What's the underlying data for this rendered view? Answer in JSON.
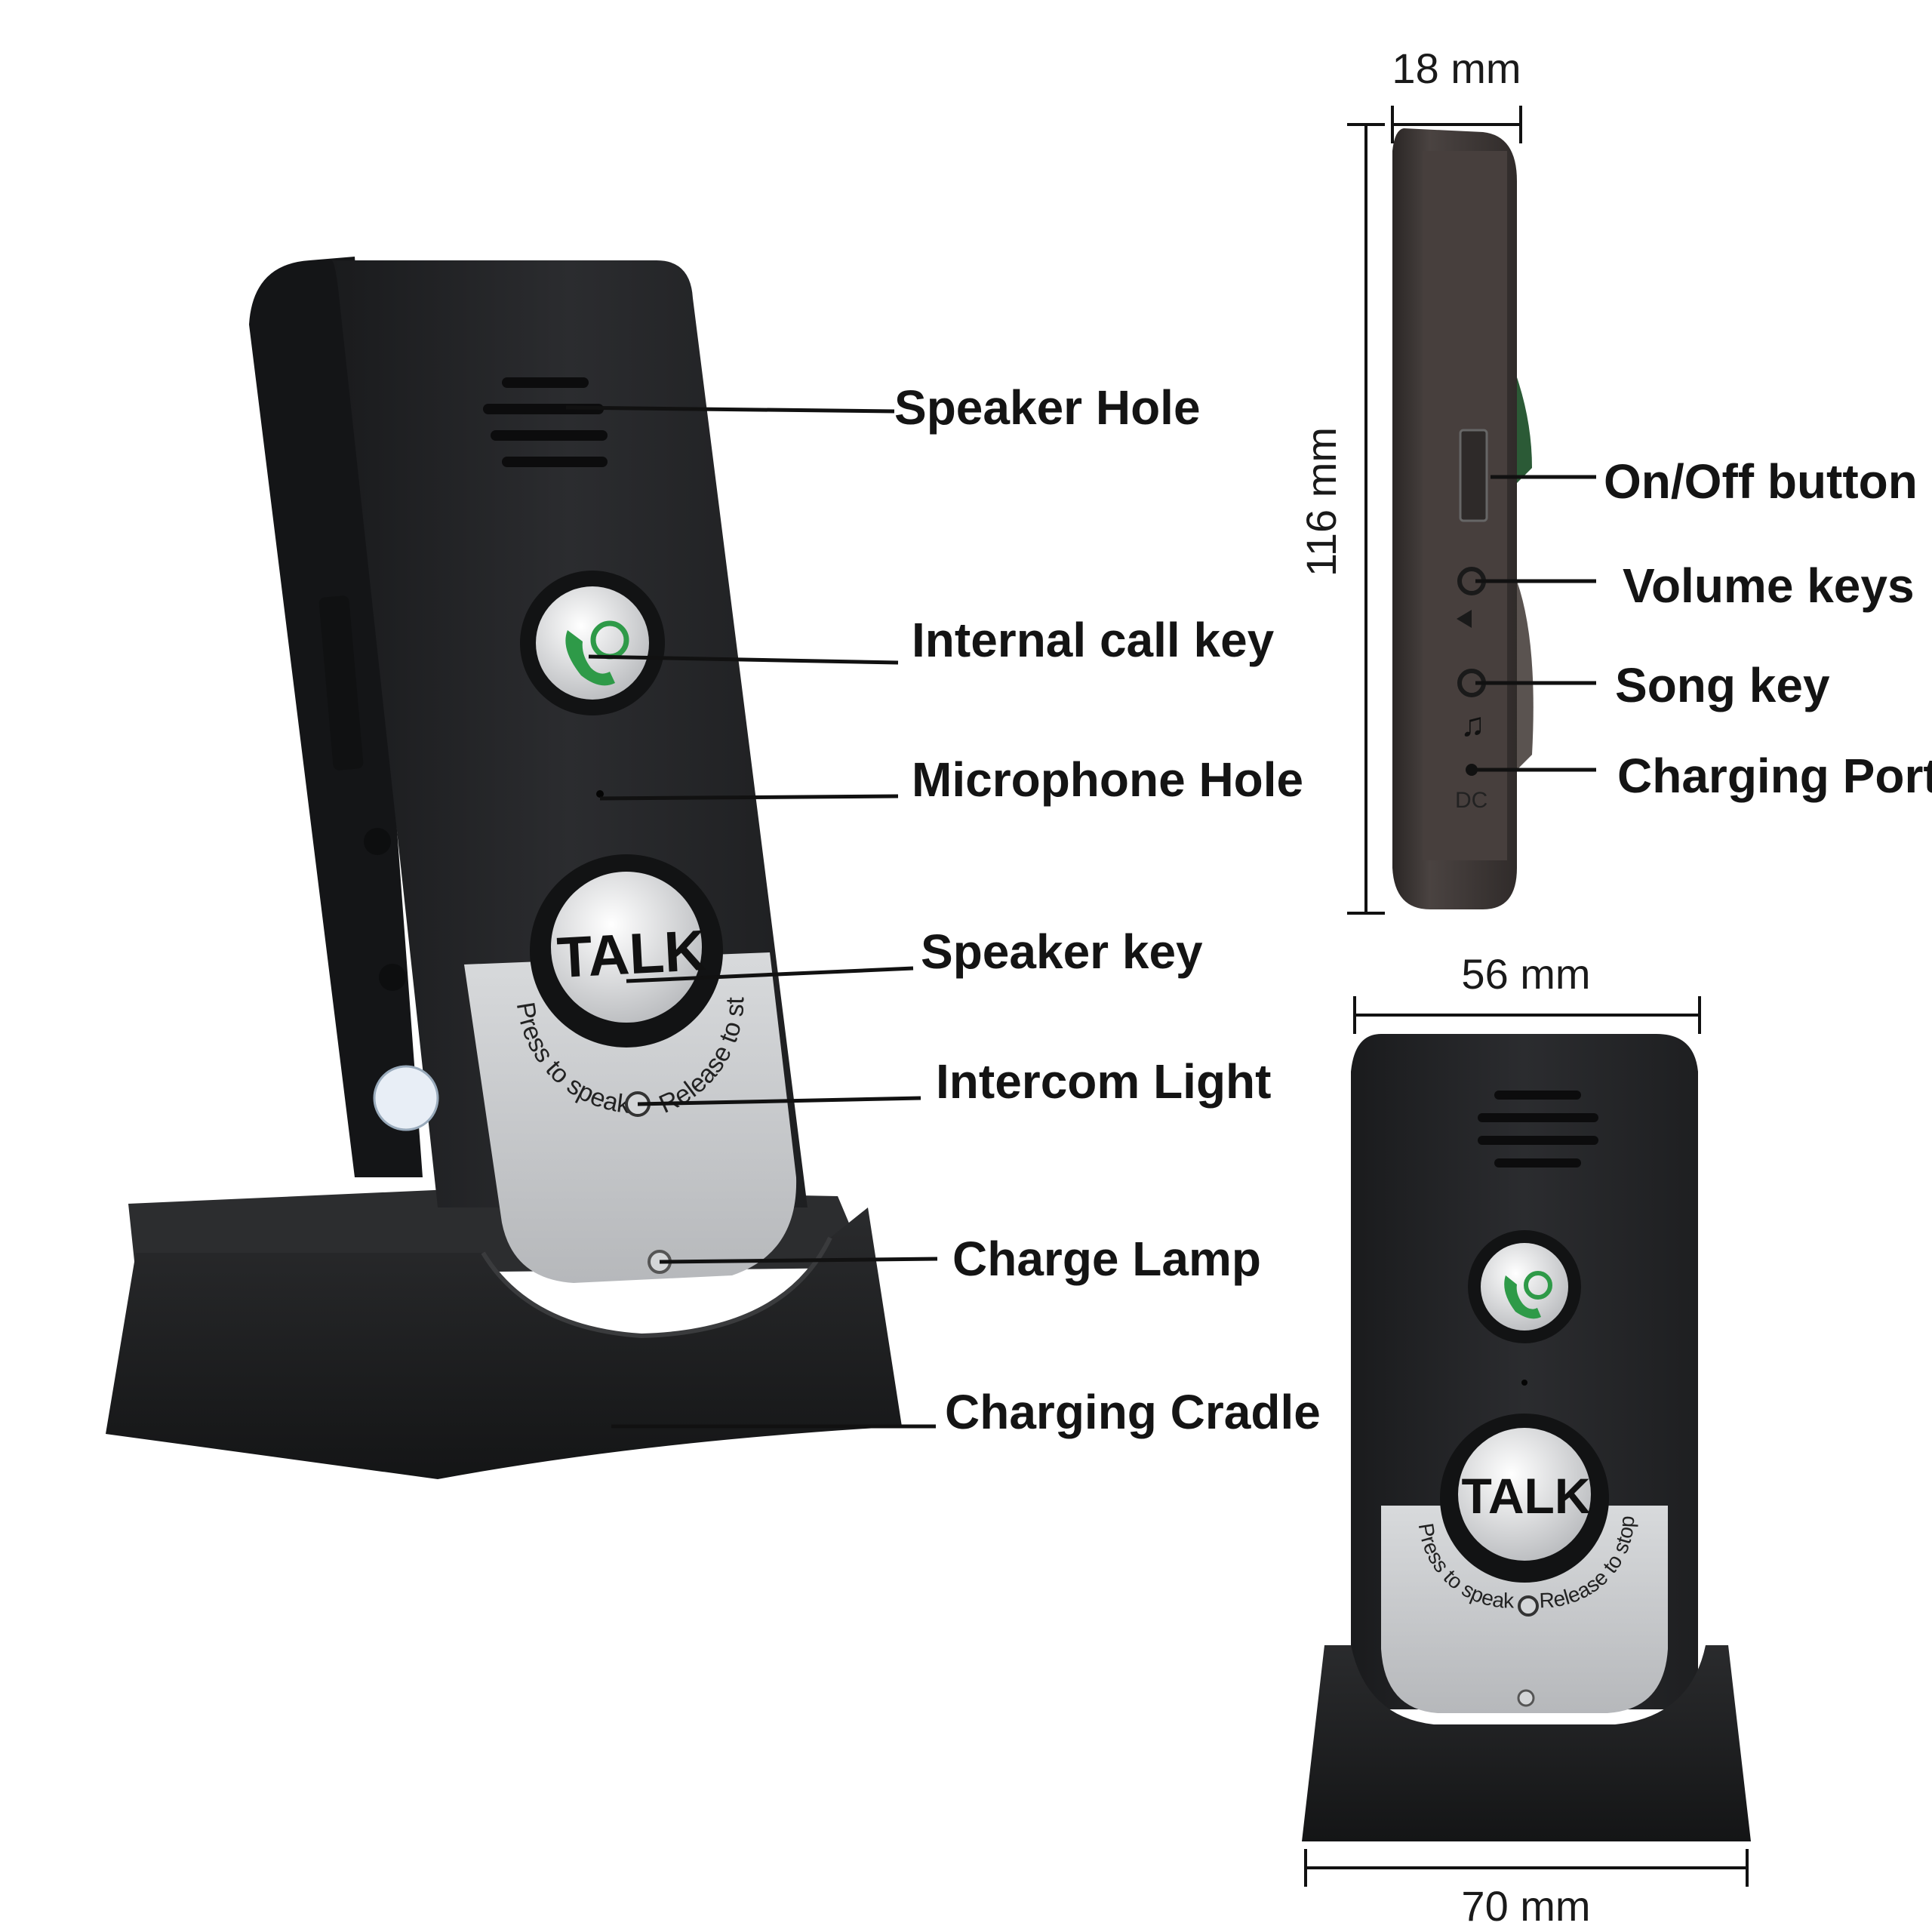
{
  "labels": {
    "speaker_hole": "Speaker Hole",
    "internal_call_key": "Internal call key",
    "microphone_hole": "Microphone Hole",
    "speaker_key": "Speaker key",
    "intercom_light": "Intercom Light",
    "charge_lamp": "Charge Lamp",
    "charging_cradle": "Charging Cradle",
    "on_off_button": "On/Off button",
    "volume_keys": "Volume keys",
    "song_key": "Song key",
    "charging_port": "Charging Port"
  },
  "dimensions": {
    "thickness": "18 mm",
    "height": "116 mm",
    "width": "56 mm",
    "base_width": "70 mm"
  },
  "device": {
    "talk_label": "TALK",
    "press_text": "Press to speak",
    "release_text": "Release to stop",
    "port_label": "DC"
  },
  "colors": {
    "body": "#232426",
    "faceplate": "#c4c6c9",
    "cradle": "#1c1d1f",
    "call_icon": "#2e9a48",
    "side_body": "#3e3836"
  }
}
